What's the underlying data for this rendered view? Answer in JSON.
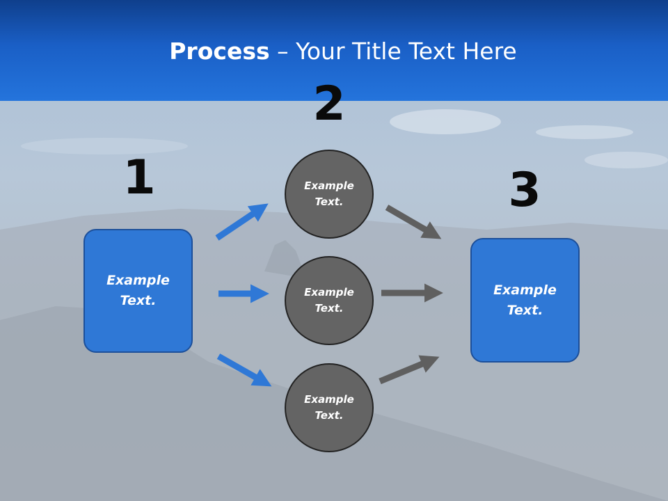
{
  "slide": {
    "title_bold": "Process",
    "title_dash": " – ",
    "title_rest": "Your Title Text Here"
  },
  "steps": [
    {
      "number": "1",
      "label": "Example\nText."
    },
    {
      "number": "2",
      "label": "Example\nText."
    },
    {
      "number": "3",
      "label": "Example\nText."
    }
  ],
  "middle_nodes": [
    {
      "label": "Example\nText."
    },
    {
      "label": "Example\nText."
    },
    {
      "label": "Example\nText."
    }
  ],
  "colors": {
    "header_blue": "#1a5fc6",
    "box_blue": "#2f78d6",
    "circle_gray": "#646464",
    "arrow_blue": "#2f78d6",
    "arrow_gray": "#5f5f5f"
  }
}
